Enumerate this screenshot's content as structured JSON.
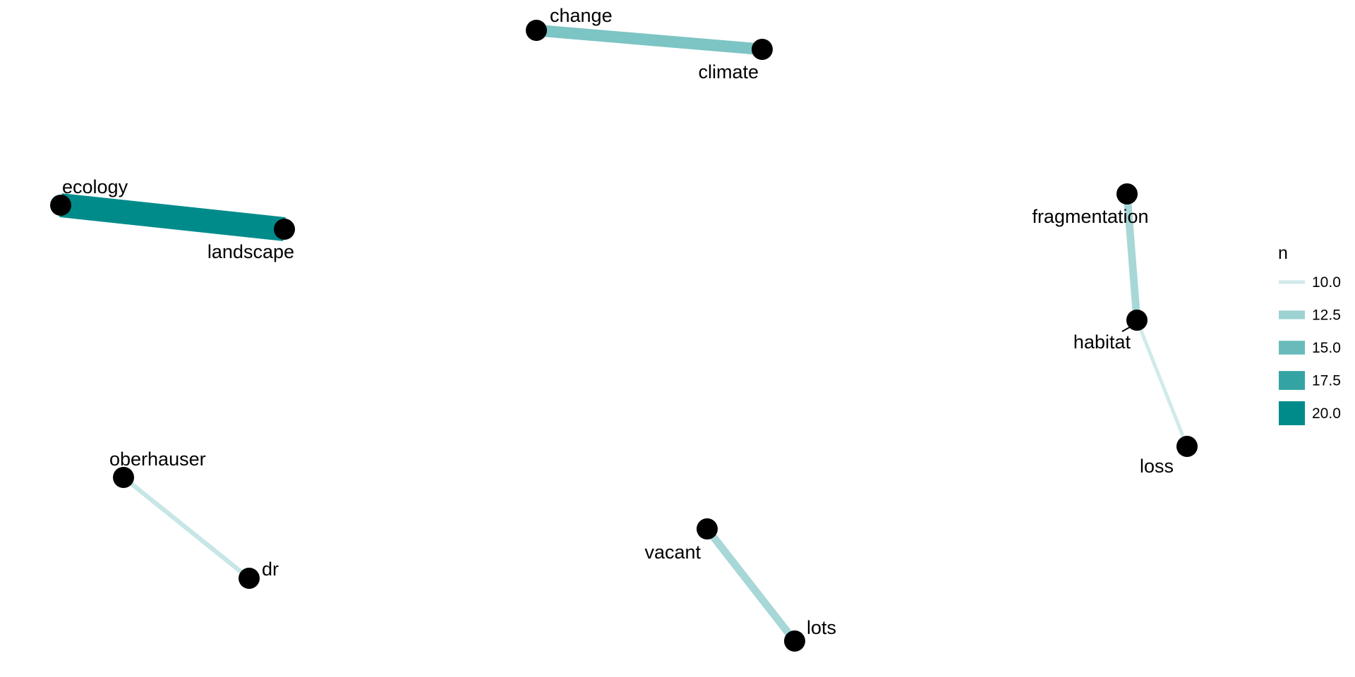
{
  "chart_data": {
    "type": "network",
    "edge_color": "#008B8B",
    "node_color": "#000000",
    "nodes": [
      {
        "id": "change",
        "label": "change"
      },
      {
        "id": "climate",
        "label": "climate"
      },
      {
        "id": "ecology",
        "label": "ecology"
      },
      {
        "id": "landscape",
        "label": "landscape"
      },
      {
        "id": "fragmentation",
        "label": "fragmentation"
      },
      {
        "id": "habitat",
        "label": "habitat"
      },
      {
        "id": "loss",
        "label": "loss"
      },
      {
        "id": "oberhauser",
        "label": "oberhauser"
      },
      {
        "id": "dr",
        "label": "dr"
      },
      {
        "id": "vacant",
        "label": "vacant"
      },
      {
        "id": "lots",
        "label": "lots"
      }
    ],
    "edges": [
      {
        "from": "change",
        "to": "climate",
        "n": 14
      },
      {
        "from": "ecology",
        "to": "landscape",
        "n": 20
      },
      {
        "from": "fragmentation",
        "to": "habitat",
        "n": 12
      },
      {
        "from": "habitat",
        "to": "loss",
        "n": 10
      },
      {
        "from": "oberhauser",
        "to": "dr",
        "n": 10.5
      },
      {
        "from": "vacant",
        "to": "lots",
        "n": 12
      }
    ],
    "legend": {
      "title": "n",
      "entries": [
        {
          "label": "10.0",
          "value": 10
        },
        {
          "label": "12.5",
          "value": 12.5
        },
        {
          "label": "15.0",
          "value": 15
        },
        {
          "label": "17.5",
          "value": 17.5
        },
        {
          "label": "20.0",
          "value": 20
        }
      ]
    }
  }
}
